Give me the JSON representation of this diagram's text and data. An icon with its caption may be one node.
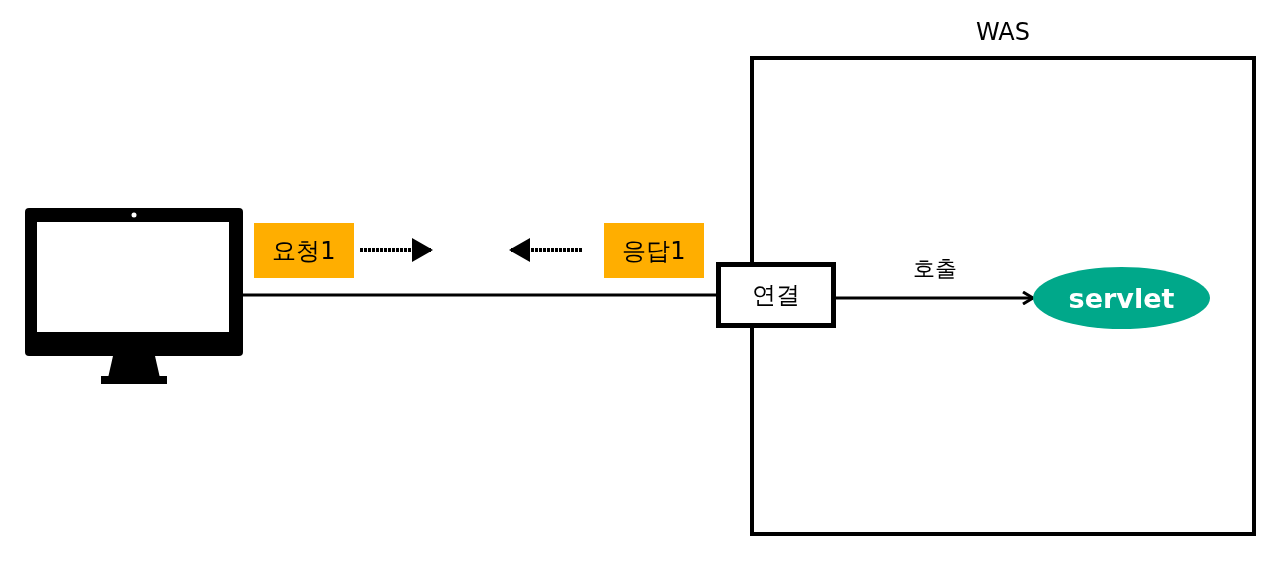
{
  "diagram": {
    "nodes": [
      {
        "text": [],
        "shape": "monitor"
      },
      {
        "text": [
          "요청1"
        ]
      },
      {
        "text": [
          "응답1"
        ]
      },
      {
        "text": [
          "WAS"
        ]
      },
      {
        "text": [
          "연결"
        ],
        "in": 3
      },
      {
        "text": [
          "servlet"
        ],
        "in": 3
      }
    ],
    "edges": [
      {
        "from": 0,
        "to": 4,
        "arrow": "none"
      },
      {
        "from": 4,
        "to": 5,
        "arrow": "to",
        "label": "호출"
      }
    ]
  }
}
